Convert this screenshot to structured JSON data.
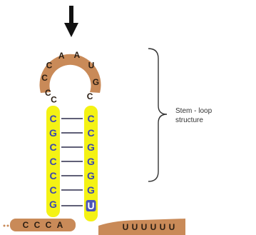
{
  "colors": {
    "loop_fill": "#c98a58",
    "stem_fill": "#f4f214",
    "stem_letter_color": "#3b48b0",
    "tail_fill": "#c98a58",
    "base_pair_line": "#2a2a4a",
    "arrow_color": "#111111",
    "brace_color": "#333333"
  },
  "diagram": {
    "arrow_icon": "down-arrow-icon",
    "loop_nucleotides": [
      "A",
      "U",
      "G",
      "C",
      "A",
      "C",
      "C",
      "C",
      "C"
    ],
    "stem_left": [
      "C",
      "G",
      "C",
      "C",
      "C",
      "C",
      "G"
    ],
    "stem_right": [
      "C",
      "C",
      "G",
      "G",
      "G",
      "G",
      "U"
    ],
    "tail_left": [
      "C",
      "C",
      "C",
      "A"
    ],
    "tail_right": [
      "U",
      "U",
      "U",
      "U",
      "U",
      "U"
    ],
    "label_line1": "Stem - loop",
    "label_line2": "structure"
  }
}
